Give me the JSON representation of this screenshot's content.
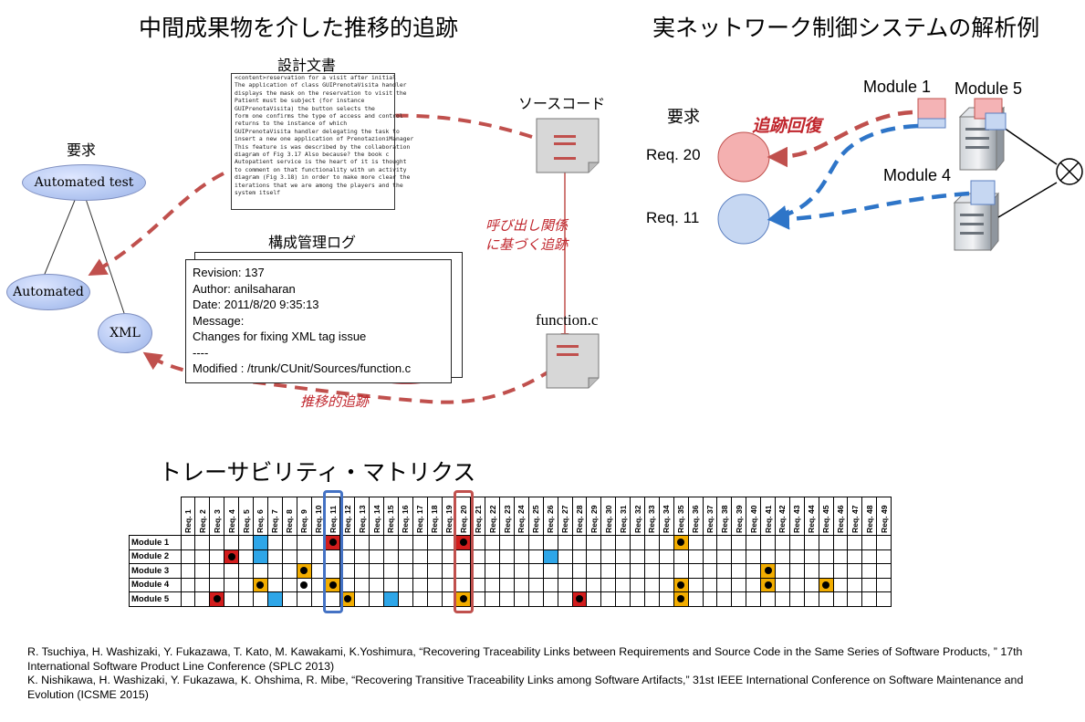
{
  "titles": {
    "left": "中間成果物を介した推移的追跡",
    "right": "実ネットワーク制御システムの解析例",
    "matrix": "トレーサビリティ・マトリクス"
  },
  "left_diagram": {
    "requirements_label": "要求",
    "nodes": [
      "Automated test",
      "Automated",
      "XML"
    ],
    "design_doc_label": "設計文書",
    "design_doc_lines": [
      "<content>reservation for a visit after initial",
      " The application of class GUIPrenotaVisita handler",
      "displays the mask on the reservation to visit the",
      "Patient must be subject (for instance",
      "GUIPrenotaVisita) the button selects the",
      "form one confirms the type of access and control",
      "returns to the instance of which",
      "GUIPrenotaVisita handler delegating the task to",
      "insert a new one application of PrenotazioniManager",
      "",
      " This feature is was described by the collaboration",
      "diagram of Fig 3.17 Also because? the book c",
      "Autopatient service is  the heart of it is thought",
      "to comment on that functionality with un activity",
      "diagram (Fig 3.18) in order to make more clear the",
      "iterations that we are among the players and the",
      "system itself"
    ],
    "log_label": "構成管理ログ",
    "log_lines": [
      "Revision: 137",
      "Author: anilsaharan",
      "Date: 2011/8/20 9:35:13",
      "Message:",
      "Changes for fixing XML tag issue",
      "----",
      "Modified : /trunk/CUnit/Sources/function.c"
    ],
    "source_code_label": "ソースコード",
    "function_label": "function.c",
    "call_trace_label": [
      "呼び出し関係",
      "に基づく追跡"
    ],
    "transitive_label": "推移的追跡"
  },
  "right_diagram": {
    "requirements_label": "要求",
    "req_labels": [
      "Req. 20",
      "Req. 11"
    ],
    "recovery_label": "追跡回復",
    "modules": [
      "Module 1",
      "Module 5",
      "Module 4"
    ]
  },
  "matrix": {
    "columns": [
      "Req. 1",
      "Req. 2",
      "Req. 3",
      "Req. 4",
      "Req. 5",
      "Req. 6",
      "Req. 7",
      "Req. 8",
      "Req. 9",
      "Req. 10",
      "Req. 11",
      "Req. 12",
      "Req. 13",
      "Req. 14",
      "Req. 15",
      "Req. 16",
      "Req. 17",
      "Req. 18",
      "Req. 19",
      "Req. 20",
      "Req. 21",
      "Req. 22",
      "Req. 23",
      "Req. 24",
      "Req. 25",
      "Req. 26",
      "Req. 27",
      "Req. 28",
      "Req. 29",
      "Req. 30",
      "Req. 31",
      "Req. 32",
      "Req. 33",
      "Req. 34",
      "Req. 35",
      "Req. 36",
      "Req. 37",
      "Req. 38",
      "Req. 39",
      "Req. 40",
      "Req. 41",
      "Req. 42",
      "Req. 43",
      "Req. 44",
      "Req. 45",
      "Req. 46",
      "Req. 47",
      "Req. 48",
      "Req. 49"
    ],
    "rows": [
      "Module 1",
      "Module 2",
      "Module 3",
      "Module 4",
      "Module 5"
    ],
    "cells": [
      [
        {
          "c": 6,
          "color": "blue"
        },
        {
          "c": 11,
          "color": "red",
          "dot": true
        },
        {
          "c": 20,
          "color": "red",
          "dot": true
        },
        {
          "c": 35,
          "color": "orange",
          "dot": true
        }
      ],
      [
        {
          "c": 4,
          "color": "red",
          "dot": true
        },
        {
          "c": 6,
          "color": "blue"
        },
        {
          "c": 26,
          "color": "blue"
        }
      ],
      [
        {
          "c": 9,
          "color": "orange",
          "dot": true
        },
        {
          "c": 41,
          "color": "orange",
          "dot": true
        }
      ],
      [
        {
          "c": 6,
          "color": "orange",
          "dot": true
        },
        {
          "c": 9,
          "color": "none",
          "dot": true
        },
        {
          "c": 11,
          "color": "orange",
          "dot": true
        },
        {
          "c": 35,
          "color": "orange",
          "dot": true
        },
        {
          "c": 41,
          "color": "orange",
          "dot": true
        },
        {
          "c": 45,
          "color": "orange",
          "dot": true
        }
      ],
      [
        {
          "c": 3,
          "color": "red",
          "dot": true
        },
        {
          "c": 7,
          "color": "blue"
        },
        {
          "c": 12,
          "color": "orange",
          "dot": true
        },
        {
          "c": 15,
          "color": "blue"
        },
        {
          "c": 20,
          "color": "orange",
          "dot": true
        },
        {
          "c": 28,
          "color": "red",
          "dot": true
        },
        {
          "c": 35,
          "color": "orange",
          "dot": true
        }
      ]
    ],
    "highlighted_columns": [
      {
        "c": 11,
        "color": "#4472c4"
      },
      {
        "c": 20,
        "color": "#c0504d"
      }
    ]
  },
  "references": [
    "R. Tsuchiya, H. Washizaki, Y. Fukazawa, T. Kato, M. Kawakami, K.Yoshimura, “Recovering Traceability Links between Requirements and Source Code in the Same Series of Software Products, ” 17th International Software Product Line Conference (SPLC 2013)",
    "K. Nishikawa, H. Washizaki, Y. Fukazawa, K. Ohshima, R. Mibe, “Recovering Transitive Traceability Links among Software Artifacts,” 31st IEEE International Conference on Software Maintenance and Evolution (ICSME 2015)"
  ],
  "colors": {
    "trace_red": "#c0504d",
    "trace_blue": "#2e75c8",
    "annotation_red": "#c0262d"
  }
}
